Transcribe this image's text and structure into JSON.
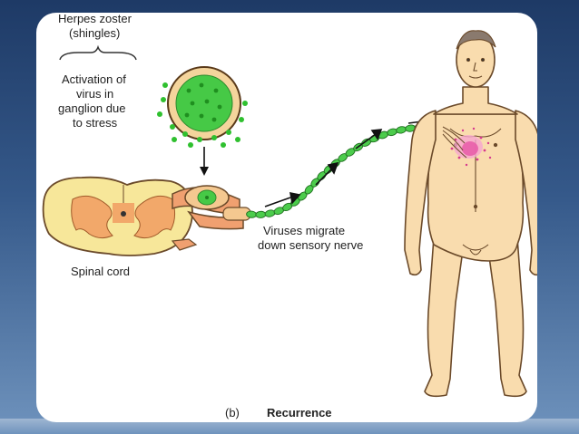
{
  "slide": {
    "figure": {
      "labels": {
        "herpes_title_line1": "Herpes zoster",
        "herpes_title_line2": "(shingles)",
        "activation_line1": "Activation of",
        "activation_line2": "virus in",
        "activation_line3": "ganglion due",
        "activation_line4": "to stress",
        "migrate_line1": "Viruses migrate",
        "migrate_line2": "down sensory nerve",
        "spinal_cord": "Spinal cord",
        "panel_letter": "(b)",
        "caption": "Recurrence"
      },
      "colors": {
        "skin": "#f9dcae",
        "skin_outline": "#6b4a2a",
        "nerve": "#f0a070",
        "virus": "#44c944",
        "rash": "#e85aa8",
        "spinal_cord": "#f6e79c"
      }
    }
  }
}
